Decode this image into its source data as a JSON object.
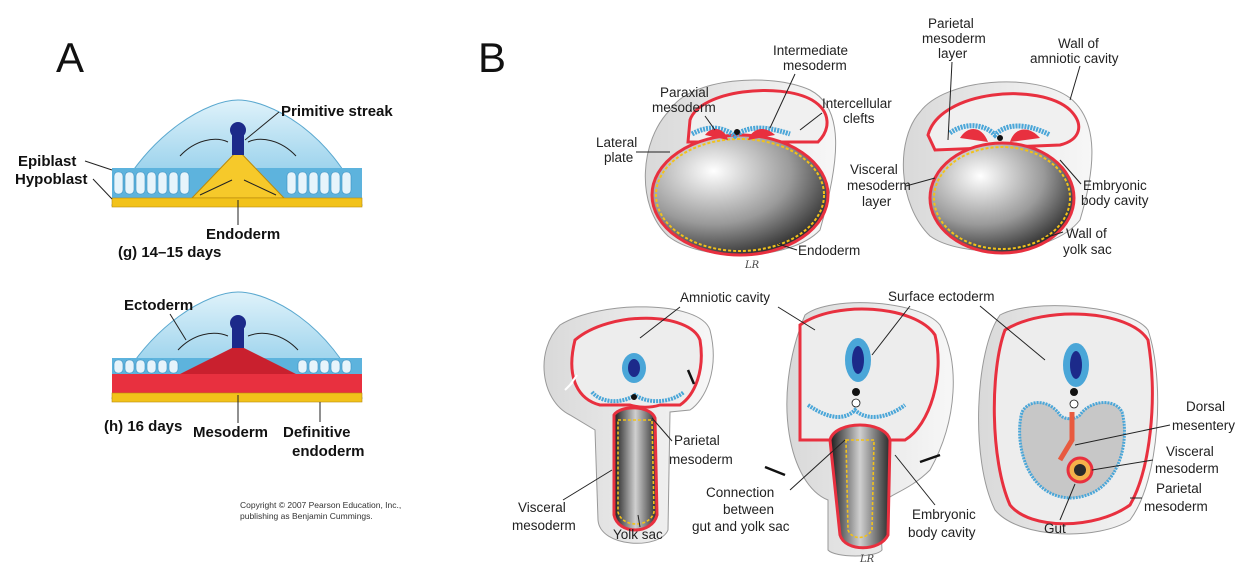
{
  "panel_a": {
    "letter": "A",
    "top": {
      "primitive_streak": "Primitive streak",
      "epiblast": "Epiblast",
      "hypoblast": "Hypoblast",
      "endoderm": "Endoderm",
      "caption": "(g) 14–15 days"
    },
    "bottom": {
      "ectoderm": "Ectoderm",
      "caption": "(h) 16 days",
      "mesoderm": "Mesoderm",
      "definitive_1": "Definitive",
      "definitive_2": "endoderm"
    },
    "copyright_1": "Copyright © 2007 Pearson Education, Inc.,",
    "copyright_2": "publishing as Benjamin Cummings."
  },
  "panel_b": {
    "letter": "B",
    "signature": "LR",
    "labels": {
      "paraxial_1": "Paraxial",
      "paraxial_2": "mesoderm",
      "intermediate_1": "Intermediate",
      "intermediate_2": "mesoderm",
      "intercellular_1": "Intercellular",
      "intercellular_2": "clefts",
      "lateral_1": "Lateral",
      "lateral_2": "plate",
      "endoderm": "Endoderm",
      "parietal_layer_1": "Parietal",
      "parietal_layer_2": "mesoderm",
      "parietal_layer_3": "layer",
      "wall_amniotic_1": "Wall of",
      "wall_amniotic_2": "amniotic cavity",
      "visceral_layer_1": "Visceral",
      "visceral_layer_2": "mesoderm",
      "visceral_layer_3": "layer",
      "embryonic_cavity_1": "Embryonic",
      "embryonic_cavity_2": "body cavity",
      "wall_yolk_1": "Wall of",
      "wall_yolk_2": "yolk sac",
      "amniotic_cavity": "Amniotic cavity",
      "surface_ectoderm": "Surface ectoderm",
      "parietal_meso_1": "Parietal",
      "parietal_meso_2": "mesoderm",
      "visceral_meso_1": "Visceral",
      "visceral_meso_2": "mesoderm",
      "yolk_sac": "Yolk sac",
      "connection_1": "Connection",
      "connection_2": "between",
      "connection_3": "gut and yolk sac",
      "embryonic_cavity_b_1": "Embryonic",
      "embryonic_cavity_b_2": "body cavity",
      "dorsal_1": "Dorsal",
      "dorsal_2": "mesentery",
      "visceral_r_1": "Visceral",
      "visceral_r_2": "mesoderm",
      "parietal_r_1": "Parietal",
      "parietal_r_2": "mesoderm",
      "gut": "Gut"
    }
  },
  "colors": {
    "ectoderm_blue": "#4aa6d8",
    "mesoderm_red": "#e8303f",
    "endoderm_yellow": "#f2c21a",
    "notochord_navy": "#1c2a8a",
    "amnion_light": "#bfe3f2"
  }
}
